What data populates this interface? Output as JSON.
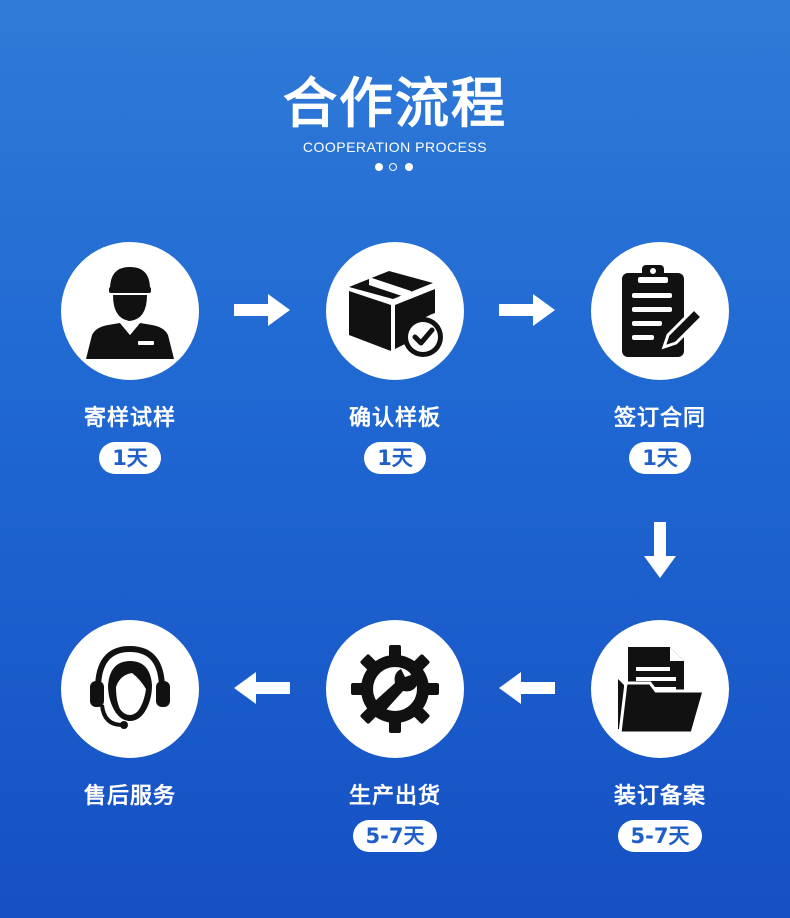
{
  "header": {
    "title": "合作流程",
    "subtitle": "COOPERATION PROCESS"
  },
  "steps": [
    {
      "label": "寄样试样",
      "duration": "1天",
      "icon": "courier-person-icon"
    },
    {
      "label": "确认样板",
      "duration": "1天",
      "icon": "box-check-icon"
    },
    {
      "label": "签订合同",
      "duration": "1天",
      "icon": "clipboard-pen-icon"
    },
    {
      "label": "装订备案",
      "duration": "5-7天",
      "icon": "folder-documents-icon"
    },
    {
      "label": "生产出货",
      "duration": "5-7天",
      "icon": "gear-wrench-icon"
    },
    {
      "label": "售后服务",
      "duration": "",
      "icon": "headset-agent-icon"
    }
  ],
  "colors": {
    "background_top": "#2f7bd7",
    "background_bottom": "#1550c4",
    "pill_text": "#1f5fc8",
    "icon": "#111111"
  }
}
